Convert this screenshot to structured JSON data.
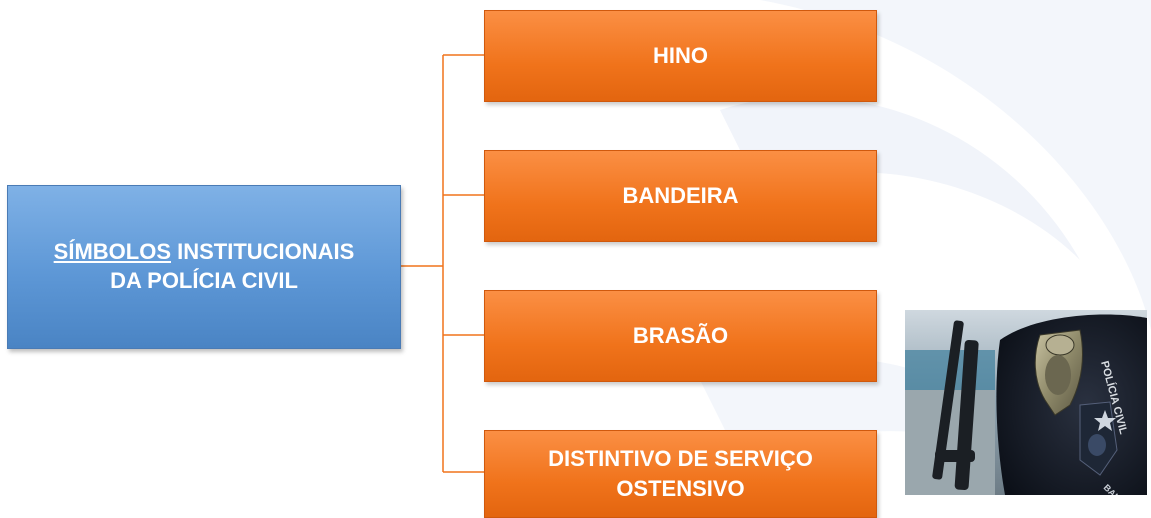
{
  "root": {
    "underlined_word": "SÍMBOLOS",
    "rest_line1": " INSTITUCIONAIS",
    "line2": "DA POLÍCIA CIVIL"
  },
  "children": [
    {
      "label": "HINO"
    },
    {
      "label": "BANDEIRA"
    },
    {
      "label": "BRASÃO"
    },
    {
      "label": "DISTINTIVO DE SERVIÇO OSTENSIVO"
    }
  ],
  "photo": {
    "badge_text": "POLÍCIA CIVIL",
    "badge_bottom_text": "BAHIA"
  },
  "colors": {
    "root_fill": "#5d97d6",
    "child_fill": "#f0731b",
    "connector": "#f0731b"
  }
}
